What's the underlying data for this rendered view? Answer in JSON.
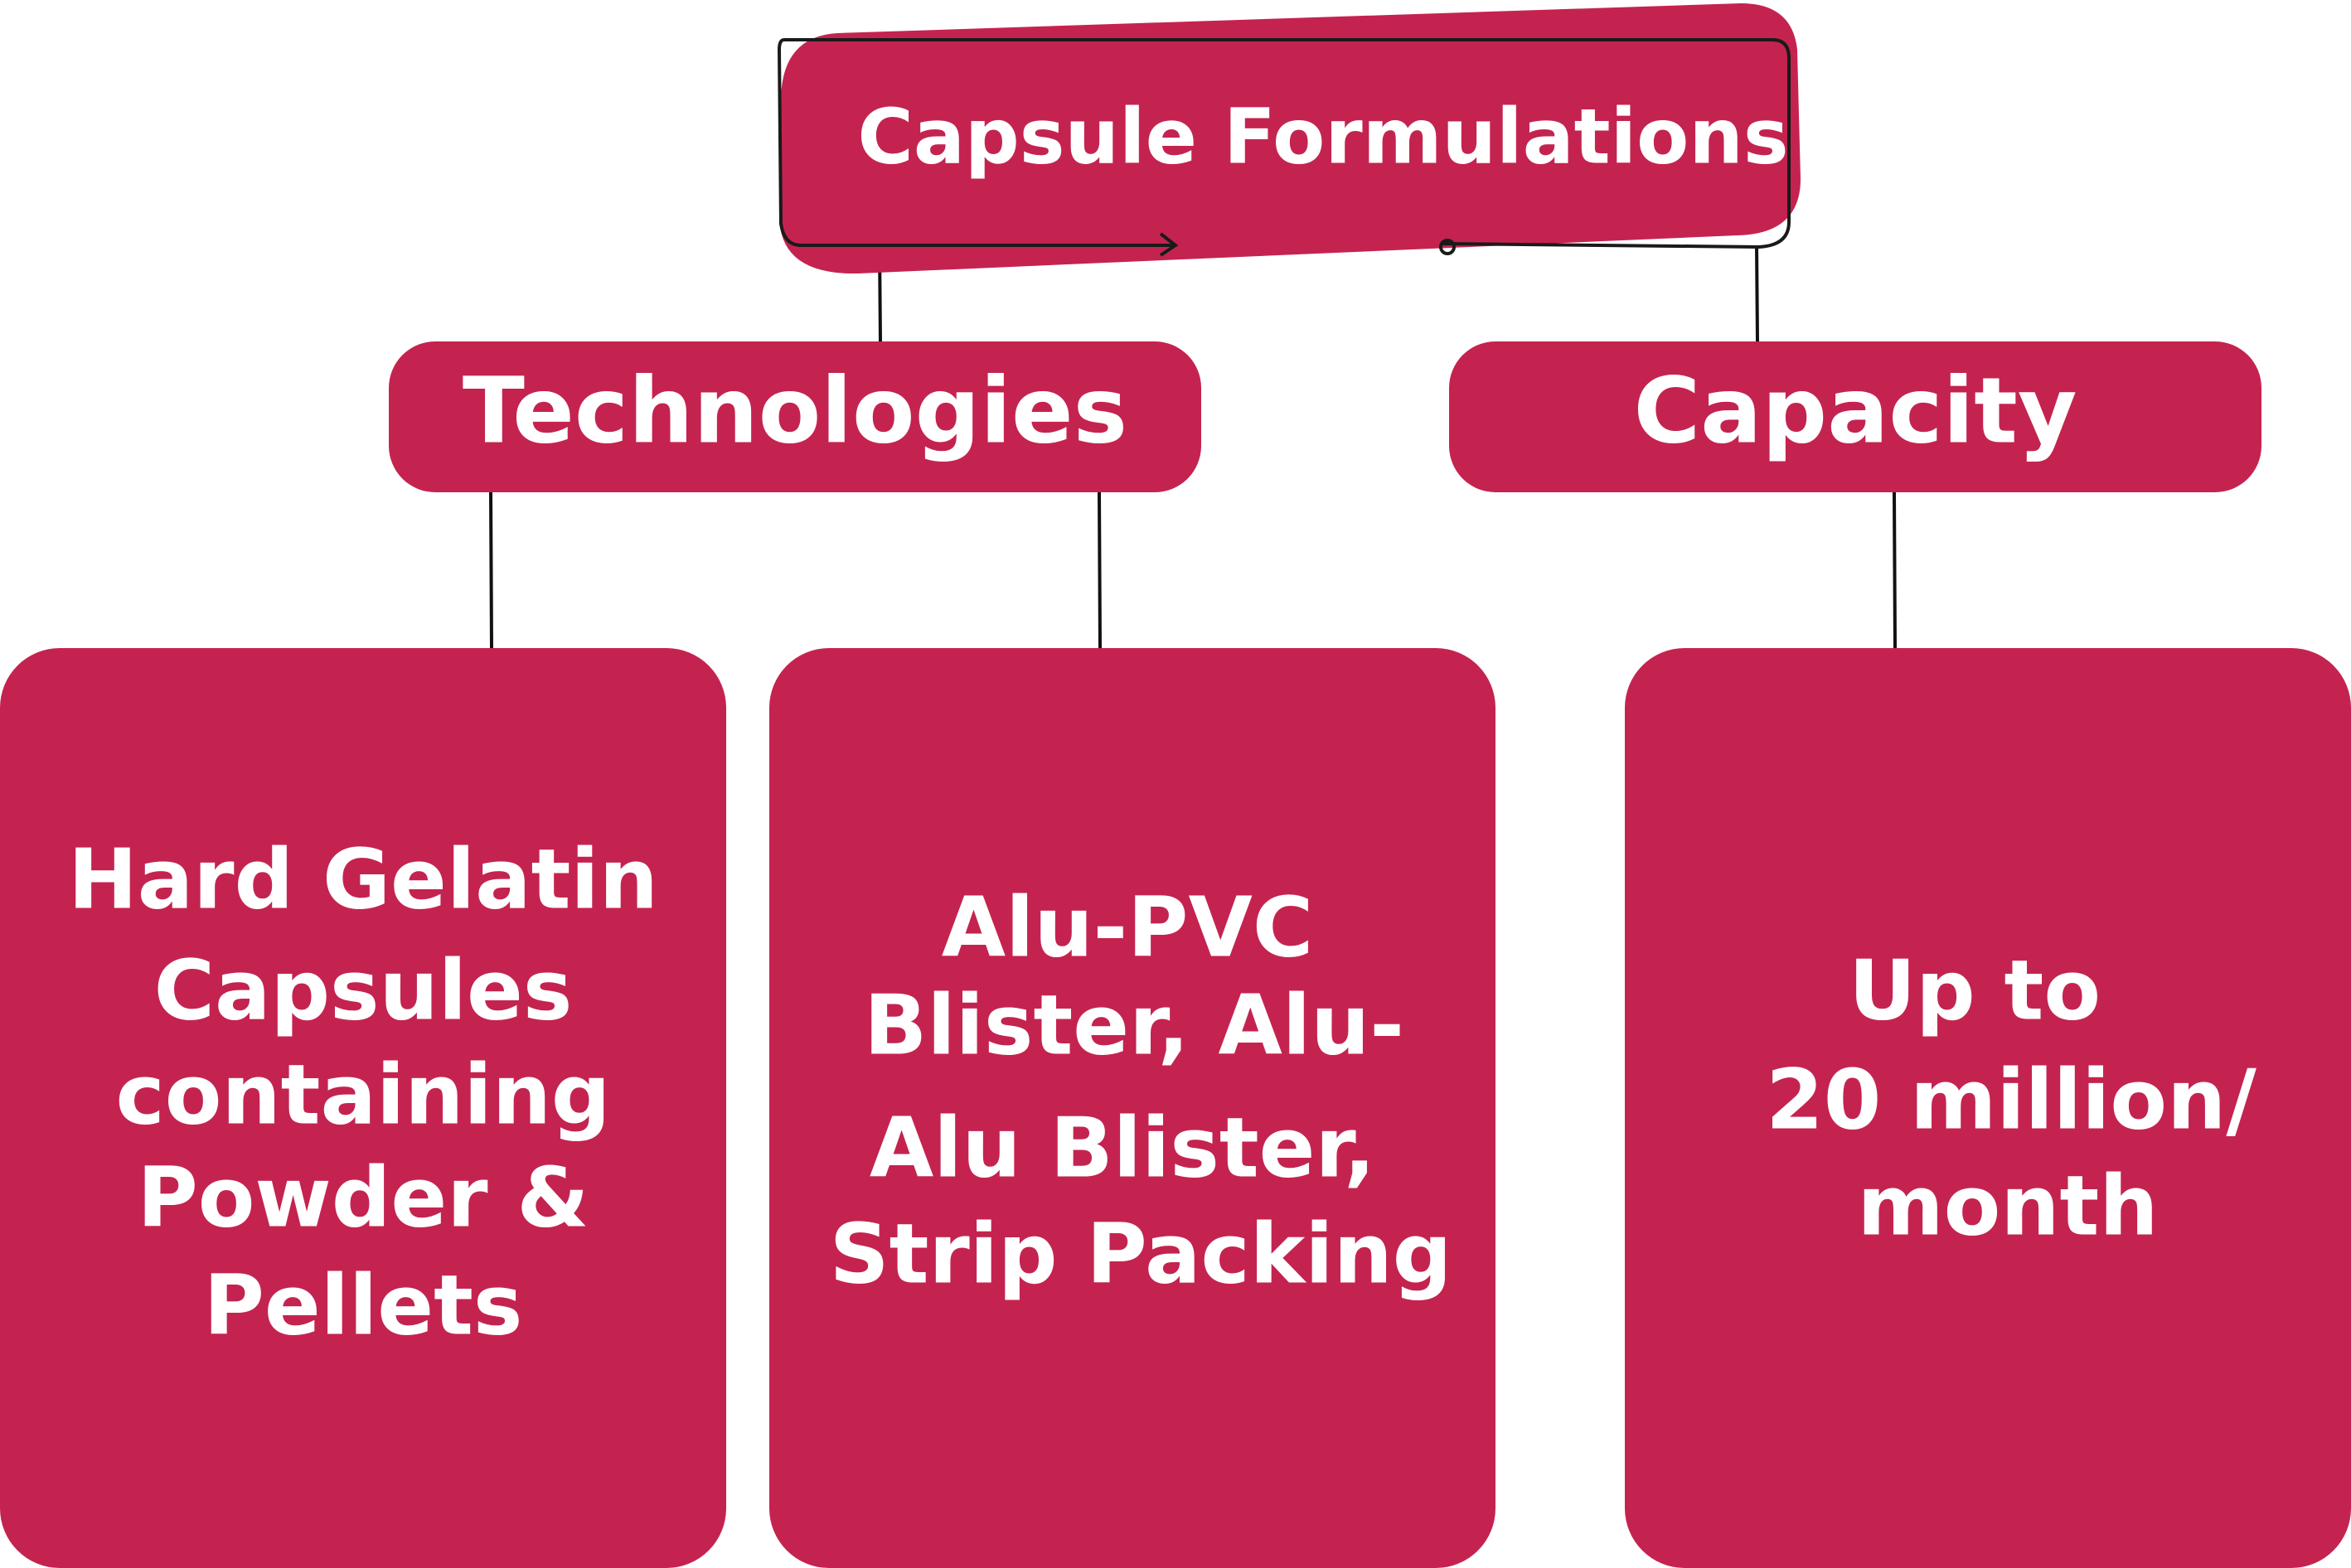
{
  "colors": {
    "box_fill": "#c42350",
    "text": "#ffffff",
    "line": "#111111"
  },
  "root": {
    "label": "Capsule Formulations"
  },
  "level2": {
    "technologies": {
      "label": "Technologies"
    },
    "capacity": {
      "label": "Capacity"
    }
  },
  "leaves": {
    "capsules": {
      "lines": [
        "Hard Gelatin",
        "Capsules",
        "containing",
        "Powder &",
        "Pellets"
      ]
    },
    "packing": {
      "lines": [
        "Alu-PVC",
        "Blister, Alu-",
        "Alu Blister,",
        "Strip Packing"
      ]
    },
    "capacity": {
      "lines": [
        "Up to",
        "20 million/",
        "month"
      ]
    }
  }
}
